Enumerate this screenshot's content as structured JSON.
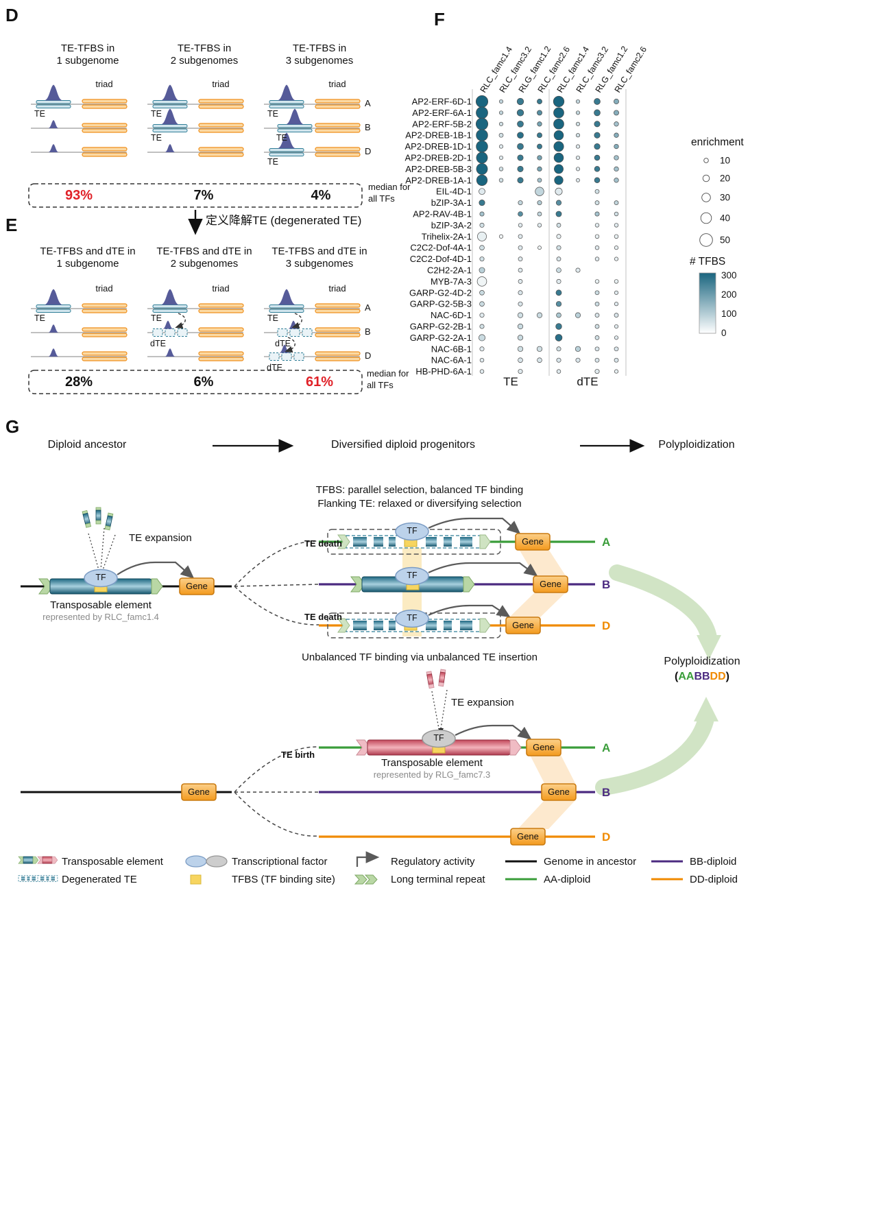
{
  "figure": {
    "panelD": {
      "label": "D",
      "columns": [
        {
          "title_l1": "TE-TFBS in",
          "title_l2": "1 subgenome"
        },
        {
          "title_l1": "TE-TFBS in",
          "title_l2": "2 subgenomes"
        },
        {
          "title_l1": "TE-TFBS in",
          "title_l2": "3 subgenomes"
        }
      ],
      "te_label": "TE",
      "triad_label": "triad",
      "subgenome_labels": [
        "A",
        "B",
        "D"
      ],
      "percentages": [
        "93%",
        "7%",
        "4%"
      ],
      "median_note_l1": "median for",
      "median_note_l2": "all TFs"
    },
    "transition": {
      "text": "定义降解TE (degenerated TE)"
    },
    "panelE": {
      "label": "E",
      "columns": [
        {
          "title_l1": "TE-TFBS and dTE in",
          "title_l2": "1 subgenome"
        },
        {
          "title_l1": "TE-TFBS and dTE in",
          "title_l2": "2 subgenomes"
        },
        {
          "title_l1": "TE-TFBS and dTE in",
          "title_l2": "3 subgenomes"
        }
      ],
      "te_label": "TE",
      "dte_label": "dTE",
      "triad_label": "triad",
      "subgenome_labels": [
        "A",
        "B",
        "D"
      ],
      "percentages": [
        "28%",
        "6%",
        "61%"
      ],
      "median_note_l1": "median for",
      "median_note_l2": "all TFs"
    },
    "panelF": {
      "label": "F"
    },
    "panelG": {
      "label": "G",
      "flow": [
        "Diploid ancestor",
        "Diversified diploid progenitors",
        "Polyploidization"
      ],
      "scenario1_l1": "TFBS: parallel selection, balanced TF binding",
      "scenario1_l2": "Flanking TE: relaxed or diversifying selection",
      "scenario2": "Unbalanced TF binding via unbalanced TE insertion",
      "te_expansion": "TE expansion",
      "te_death": "TE death",
      "te_birth": "TE birth",
      "tf_label": "TF",
      "gene_label": "Gene",
      "te1_name": "Transposable element",
      "te1_sub": "represented by RLC_famc1.4",
      "te2_name": "Transposable element",
      "te2_sub": "represented by RLG_famc7.3",
      "subgenome_labels": [
        "A",
        "B",
        "D"
      ],
      "polyploid_title": "Polyploidization",
      "polyploid_open": "(",
      "polyploid_aa": "AA",
      "polyploid_bb": "BB",
      "polyploid_dd": "DD",
      "polyploid_close": ")",
      "legend": [
        "Transposable element",
        "Degenerated TE",
        "Transcriptional factor",
        "TFBS (TF binding site)",
        "Regulatory activity",
        "Long terminal repeat",
        "Genome in ancestor",
        "AA-diploid",
        "BB-diploid",
        "DD-diploid"
      ],
      "colors": {
        "A": "#3a9d3a",
        "B": "#4b2a80",
        "D": "#f08a00",
        "highlight_red": "#e02128"
      }
    }
  },
  "chart_data": {
    "type": "scatter",
    "panel": "F",
    "groups": [
      "TE",
      "dTE"
    ],
    "columns": [
      "RLC_famc1.4",
      "RLC_famc3.2",
      "RLG_famc1.2",
      "RLC_famc2.6"
    ],
    "rows": [
      "AP2-ERF-6D-1",
      "AP2-ERF-6A-1",
      "AP2-ERF-5B-2",
      "AP2-DREB-1B-1",
      "AP2-DREB-1D-1",
      "AP2-DREB-2D-1",
      "AP2-DREB-5B-3",
      "AP2-DREB-1A-1",
      "EIL-4D-1",
      "bZIP-3A-1",
      "AP2-RAV-4B-1",
      "bZIP-3A-2",
      "Trihelix-2A-1",
      "C2C2-Dof-4A-1",
      "C2C2-Dof-4D-1",
      "C2H2-2A-1",
      "MYB-7A-3",
      "GARP-G2-4D-2",
      "GARP-G2-5B-3",
      "NAC-6D-1",
      "GARP-G2-2B-1",
      "GARP-G2-2A-1",
      "NAC-6B-1",
      "NAC-6A-1",
      "HB-PHD-6A-1"
    ],
    "size_legend": {
      "title": "enrichment",
      "values": [
        10,
        20,
        30,
        40,
        50
      ]
    },
    "color_legend": {
      "title": "# TFBS",
      "values": [
        300,
        200,
        100,
        0
      ],
      "max_value": 300,
      "max_color": "#1a657f",
      "min_color": "#ffffff"
    },
    "cells": [
      [
        [
          46,
          300
        ],
        [
          6,
          80
        ],
        [
          20,
          260
        ],
        [
          12,
          260
        ],
        [
          40,
          300
        ],
        [
          6,
          80
        ],
        [
          18,
          260
        ],
        [
          12,
          160
        ]
      ],
      [
        [
          45,
          300
        ],
        [
          6,
          80
        ],
        [
          20,
          260
        ],
        [
          12,
          220
        ],
        [
          38,
          300
        ],
        [
          6,
          80
        ],
        [
          18,
          260
        ],
        [
          12,
          160
        ]
      ],
      [
        [
          46,
          300
        ],
        [
          6,
          60
        ],
        [
          18,
          260
        ],
        [
          10,
          180
        ],
        [
          38,
          300
        ],
        [
          6,
          60
        ],
        [
          16,
          260
        ],
        [
          10,
          120
        ]
      ],
      [
        [
          44,
          300
        ],
        [
          8,
          60
        ],
        [
          18,
          280
        ],
        [
          12,
          260
        ],
        [
          34,
          300
        ],
        [
          6,
          60
        ],
        [
          16,
          260
        ],
        [
          10,
          160
        ]
      ],
      [
        [
          44,
          300
        ],
        [
          6,
          40
        ],
        [
          18,
          260
        ],
        [
          12,
          260
        ],
        [
          36,
          300
        ],
        [
          6,
          40
        ],
        [
          16,
          260
        ],
        [
          10,
          160
        ]
      ],
      [
        [
          42,
          300
        ],
        [
          6,
          40
        ],
        [
          16,
          260
        ],
        [
          10,
          180
        ],
        [
          34,
          300
        ],
        [
          6,
          40
        ],
        [
          14,
          260
        ],
        [
          10,
          120
        ]
      ],
      [
        [
          42,
          300
        ],
        [
          7,
          60
        ],
        [
          16,
          260
        ],
        [
          10,
          180
        ],
        [
          32,
          300
        ],
        [
          6,
          40
        ],
        [
          14,
          260
        ],
        [
          10,
          120
        ]
      ],
      [
        [
          40,
          300
        ],
        [
          7,
          60
        ],
        [
          16,
          260
        ],
        [
          8,
          120
        ],
        [
          30,
          300
        ],
        [
          5,
          40
        ],
        [
          14,
          260
        ],
        [
          10,
          120
        ]
      ],
      [
        [
          18,
          40
        ],
        null,
        null,
        [
          30,
          80
        ],
        [
          22,
          40
        ],
        null,
        [
          8,
          60
        ],
        null
      ],
      [
        [
          16,
          260
        ],
        null,
        [
          9,
          80
        ],
        [
          9,
          100
        ],
        [
          13,
          220
        ],
        null,
        [
          8,
          60
        ],
        [
          8,
          80
        ]
      ],
      [
        [
          9,
          120
        ],
        null,
        [
          11,
          220
        ],
        [
          8,
          80
        ],
        [
          15,
          260
        ],
        null,
        [
          9,
          120
        ],
        [
          7,
          60
        ]
      ],
      [
        [
          9,
          60
        ],
        null,
        [
          7,
          40
        ],
        [
          7,
          40
        ],
        [
          8,
          60
        ],
        null,
        [
          7,
          40
        ],
        [
          7,
          40
        ]
      ],
      [
        [
          32,
          30
        ],
        [
          6,
          20
        ],
        [
          8,
          40
        ],
        null,
        [
          9,
          30
        ],
        null,
        [
          7,
          30
        ],
        [
          7,
          30
        ]
      ],
      [
        [
          11,
          60
        ],
        null,
        [
          8,
          40
        ],
        [
          5,
          20
        ],
        [
          9,
          60
        ],
        null,
        [
          7,
          40
        ],
        [
          6,
          30
        ]
      ],
      [
        [
          9,
          60
        ],
        null,
        [
          8,
          40
        ],
        null,
        [
          8,
          50
        ],
        null,
        [
          7,
          40
        ],
        [
          6,
          30
        ]
      ],
      [
        [
          15,
          90
        ],
        null,
        [
          8,
          40
        ],
        null,
        [
          11,
          70
        ],
        [
          9,
          40
        ],
        null,
        null
      ],
      [
        [
          34,
          20
        ],
        null,
        [
          8,
          40
        ],
        null,
        [
          9,
          40
        ],
        null,
        [
          7,
          30
        ],
        [
          7,
          30
        ]
      ],
      [
        [
          11,
          70
        ],
        null,
        [
          9,
          50
        ],
        null,
        [
          15,
          260
        ],
        null,
        [
          8,
          70
        ],
        [
          6,
          40
        ]
      ],
      [
        [
          11,
          70
        ],
        null,
        [
          9,
          50
        ],
        null,
        [
          13,
          220
        ],
        null,
        [
          8,
          70
        ],
        [
          6,
          40
        ]
      ],
      [
        [
          9,
          40
        ],
        null,
        [
          13,
          60
        ],
        [
          13,
          70
        ],
        [
          11,
          110
        ],
        [
          13,
          90
        ],
        [
          8,
          50
        ],
        [
          8,
          50
        ]
      ],
      [
        [
          9,
          60
        ],
        null,
        [
          13,
          70
        ],
        null,
        [
          17,
          260
        ],
        null,
        [
          8,
          60
        ],
        [
          6,
          40
        ]
      ],
      [
        [
          19,
          70
        ],
        null,
        [
          13,
          70
        ],
        null,
        [
          21,
          280
        ],
        null,
        [
          8,
          60
        ],
        [
          6,
          40
        ]
      ],
      [
        [
          9,
          40
        ],
        null,
        [
          13,
          60
        ],
        [
          13,
          60
        ],
        [
          9,
          60
        ],
        [
          13,
          90
        ],
        [
          8,
          50
        ],
        [
          8,
          50
        ]
      ],
      [
        [
          7,
          40
        ],
        null,
        [
          11,
          50
        ],
        [
          11,
          50
        ],
        [
          9,
          50
        ],
        [
          9,
          50
        ],
        [
          8,
          50
        ],
        [
          8,
          50
        ]
      ],
      [
        [
          7,
          40
        ],
        null,
        [
          9,
          40
        ],
        null,
        [
          7,
          40
        ],
        null,
        [
          9,
          40
        ],
        [
          6,
          30
        ]
      ]
    ]
  }
}
